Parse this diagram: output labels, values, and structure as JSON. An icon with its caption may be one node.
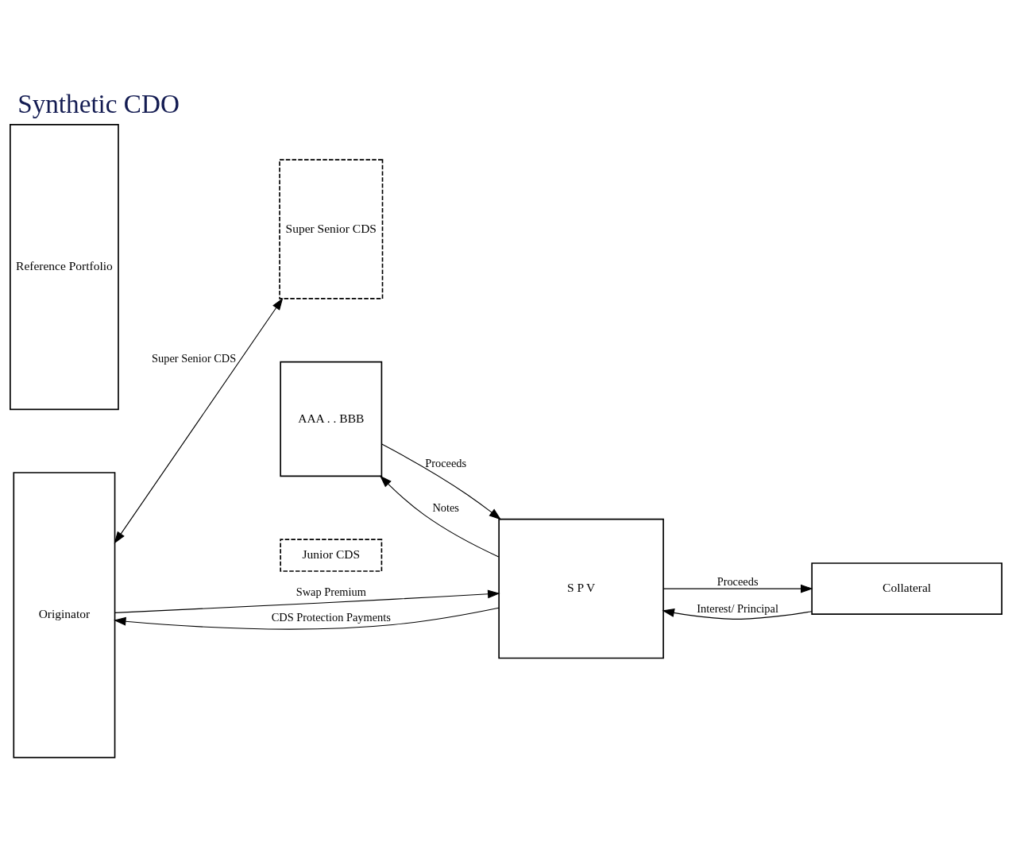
{
  "diagram": {
    "title": "Synthetic CDO",
    "nodes": [
      {
        "text": [
          "Reference Portfolio"
        ]
      },
      {
        "text": [
          "Originator"
        ]
      },
      {
        "text": [
          "Super Senior CDS"
        ]
      },
      {
        "text": [
          "S P V"
        ]
      },
      {
        "text": [
          "AAA . . BBB"
        ]
      },
      {
        "text": [
          "Junior CDS"
        ]
      },
      {
        "text": [
          "Collateral"
        ]
      }
    ],
    "edges": [
      {
        "from": 1,
        "to": 2,
        "arrow": "both",
        "label": "Super Senior CDS"
      },
      {
        "from": 1,
        "to": 3,
        "arrow": "to",
        "label": "Swap Premium"
      },
      {
        "from": 3,
        "to": 1,
        "arrow": "to",
        "label": "CDS Protection Payments"
      },
      {
        "from": 4,
        "to": 3,
        "arrow": "to",
        "label": "Proceeds"
      },
      {
        "from": 3,
        "to": 4,
        "arrow": "to",
        "label": "Notes"
      },
      {
        "from": 6,
        "to": 3,
        "arrow": "to",
        "label": "Interest/ Principal"
      },
      {
        "from": 3,
        "to": 6,
        "arrow": "to",
        "label": "Proceeds"
      }
    ]
  }
}
